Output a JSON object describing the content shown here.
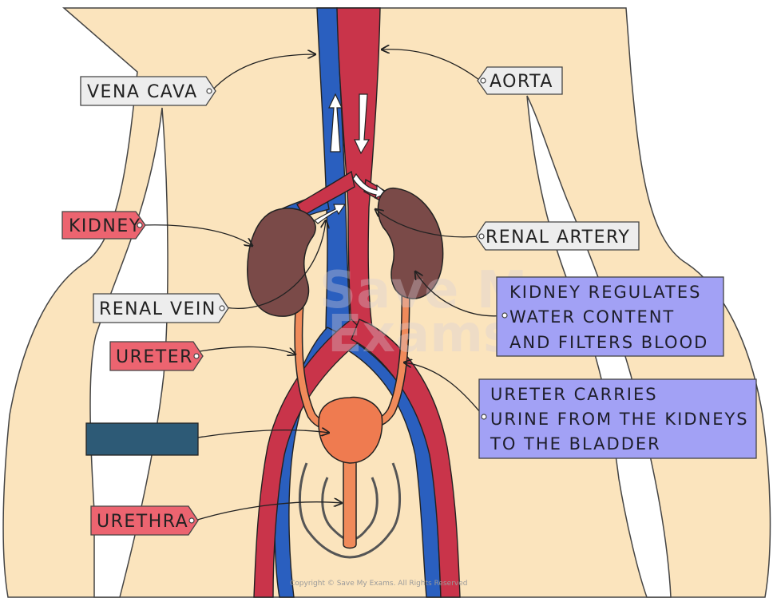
{
  "labels": {
    "vena_cava": "VENA CAVA",
    "aorta": "AORTA",
    "kidney": "KIDNEY",
    "renal_artery": "RENAL ARTERY",
    "renal_vein": "RENAL VEIN",
    "ureter": "URETER",
    "bladder": "",
    "urethra": "URETHRA"
  },
  "info_boxes": {
    "kidney_function": [
      "KIDNEY REGULATES",
      "WATER CONTENT",
      "AND FILTERS BLOOD"
    ],
    "ureter_function": [
      "URETER CARRIES",
      "URINE FROM THE KIDNEYS",
      "TO THE BLADDER"
    ]
  },
  "watermark": [
    "Save My",
    "Exams"
  ],
  "copyright": "Copyright © Save My Exams. All Rights Reserved",
  "colors": {
    "skin": "#fbe4bd",
    "vein": "#2a5fbf",
    "artery": "#c9344a",
    "kidney": "#7a4a48",
    "ureter": "#f08a5a",
    "bladder": "#ef7b50",
    "tag_grey": "#ededed",
    "tag_red": "#ec6470",
    "info_purple": "#a2a1f5",
    "hidden_box": "#2d5a76"
  }
}
